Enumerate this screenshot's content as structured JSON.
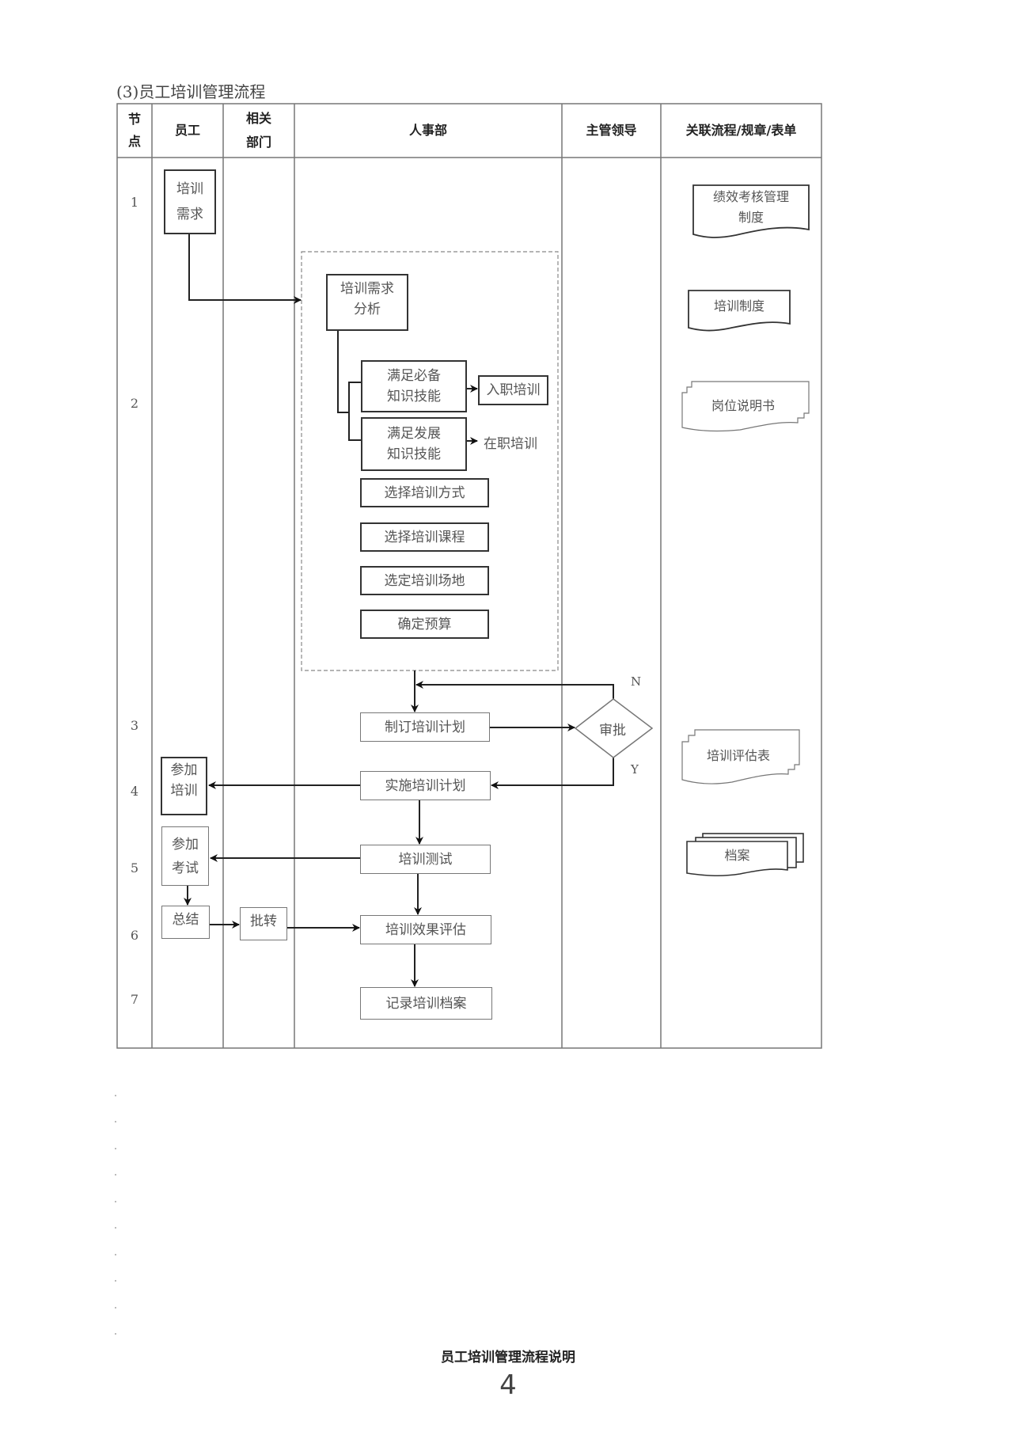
{
  "section_title": "(3)员工培训管理流程",
  "table_header": {
    "node": "节\n点",
    "node_line1": "节",
    "node_line2": "点",
    "employee": "员工",
    "related_dept_line1": "相关",
    "related_dept_line2": "部门",
    "hr": "人事部",
    "supervisor": "主管领导",
    "related_docs": "关联流程/规章/表单"
  },
  "node_numbers": [
    "1",
    "2",
    "3",
    "4",
    "5",
    "6",
    "7"
  ],
  "flow_boxes": {
    "training_need": [
      "培训",
      "需求"
    ],
    "need_analysis": [
      "培训需求",
      "分析"
    ],
    "basic_skills": [
      "满足必备",
      "知识技能"
    ],
    "onboarding_training": "入职培训",
    "development_skills": [
      "满足发展",
      "知识技能"
    ],
    "on_job_training": "在职培训",
    "select_method": "选择培训方式",
    "select_course": "选择培训课程",
    "select_venue": "选定培训场地",
    "confirm_budget": "确定预算",
    "make_plan": "制订培训计划",
    "approval": "审批",
    "approval_no": "N",
    "approval_yes": "Y",
    "implement_plan": "实施培训计划",
    "attend_training": [
      "参加",
      "培训"
    ],
    "training_test": "培训测试",
    "attend_exam": [
      "参加",
      "考试"
    ],
    "summary": "总结",
    "forward": "批转",
    "evaluate_effect": "培训效果评估",
    "record_archive": "记录培训档案"
  },
  "related_documents": [
    {
      "label": [
        "绩效考核管理",
        "制度"
      ],
      "shape": "document"
    },
    {
      "label": [
        "培训制度"
      ],
      "shape": "document"
    },
    {
      "label": [
        "岗位说明书"
      ],
      "shape": "multi-document"
    },
    {
      "label": [
        "培训评估表"
      ],
      "shape": "multi-document"
    },
    {
      "label": [
        "档案"
      ],
      "shape": "stacked-document"
    }
  ],
  "footer": {
    "title": "员工培训管理流程说明",
    "page_number": "4"
  }
}
